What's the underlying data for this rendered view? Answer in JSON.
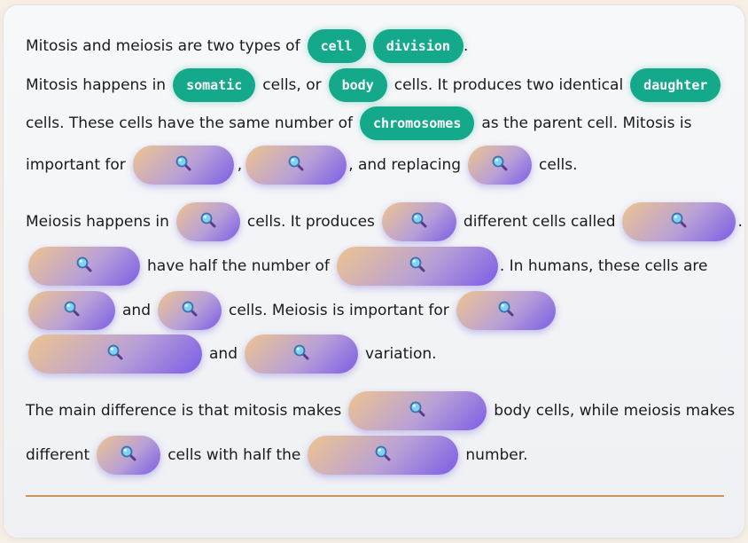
{
  "paragraph1": {
    "l1": {
      "t1": "Mitosis and meiosis are two types of",
      "w1": "cell",
      "w2": "division",
      "t2": "."
    },
    "l2": {
      "t1": "Mitosis happens in",
      "w1": "somatic",
      "t2": "cells, or",
      "w2": "body",
      "t3": "cells. It produces two identical",
      "w3": "daughter"
    },
    "l3": {
      "t1": "cells. These cells have the same number of",
      "w1": "chromosomes",
      "t2": "as the parent cell. Mitosis is"
    },
    "l4": {
      "t1": "important for",
      "t2": ",",
      "t3": ", and replacing",
      "t4": "cells."
    }
  },
  "paragraph2": {
    "l1": {
      "t1": "Meiosis happens in",
      "t2": "cells. It produces",
      "t3": "different cells called",
      "t4": "."
    },
    "l2": {
      "t1": "have half the number of",
      "t2": ". In humans, these cells are"
    },
    "l3": {
      "t1": "and",
      "t2": "cells. Meiosis is important for"
    },
    "l4": {
      "t1": "and",
      "t2": "variation."
    }
  },
  "paragraph3": {
    "l1": {
      "t1": "The main difference is that mitosis makes",
      "t2": "body cells, while meiosis makes"
    },
    "l2": {
      "t1": "different",
      "t2": "cells with half the",
      "t3": "number."
    }
  },
  "icons": {
    "blank": "magnifier-icon"
  },
  "colors": {
    "chip": "#13a98a",
    "blank_start": "#eec48f",
    "blank_end": "#7b5de6",
    "divider": "#c89560"
  }
}
